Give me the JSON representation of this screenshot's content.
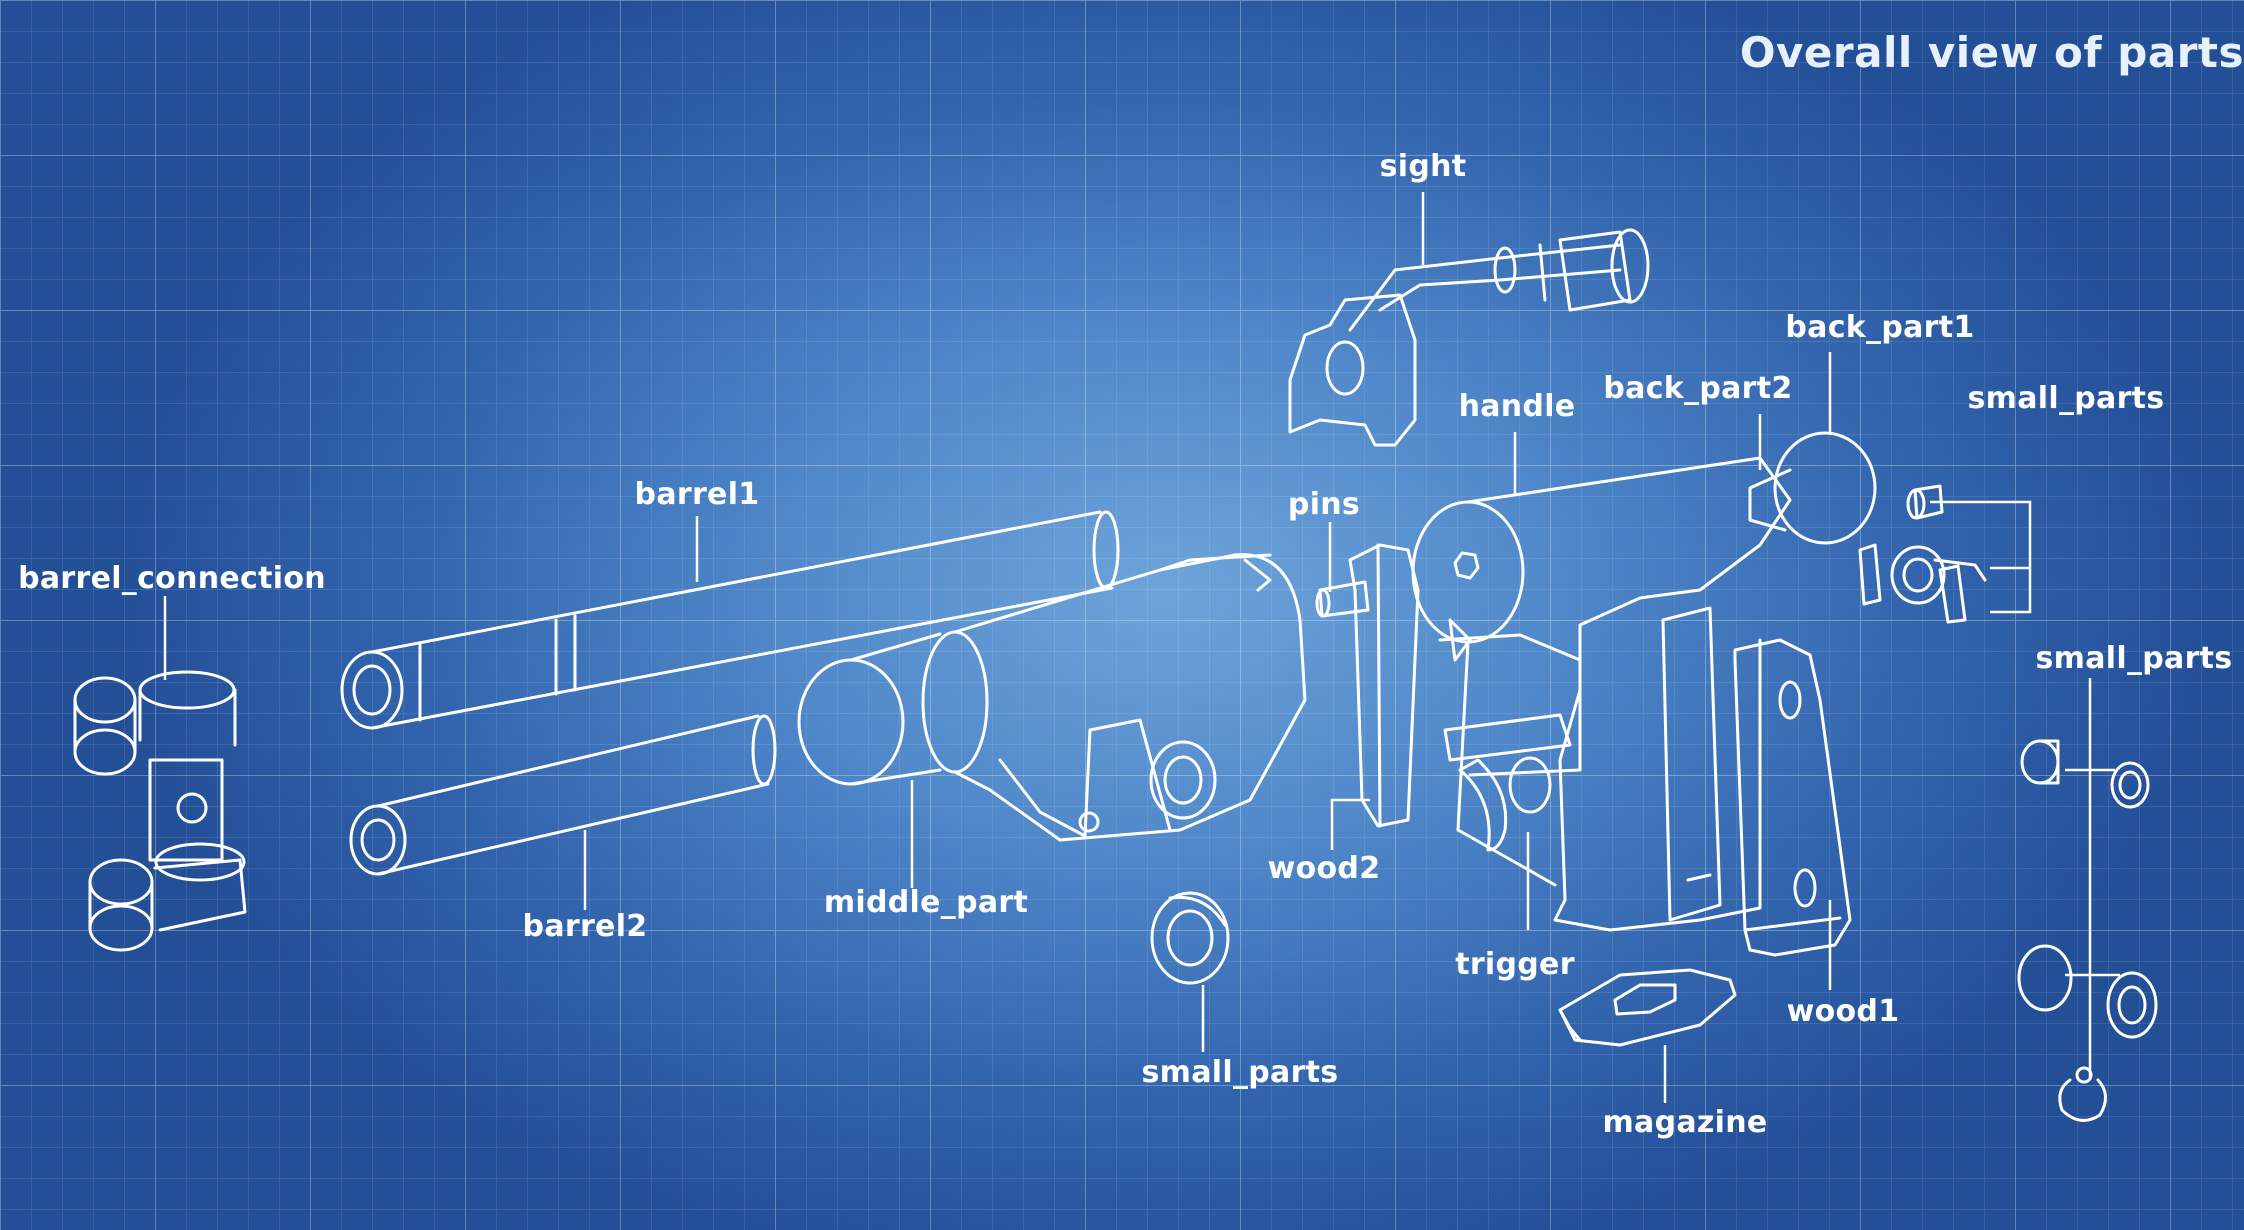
{
  "title": "Overall view of parts",
  "colors": {
    "background": "#4f87c9",
    "grid": "#ffffff",
    "lines": "#ffffff"
  },
  "labels": {
    "sight": "sight",
    "back_part1": "back_part1",
    "back_part2": "back_part2",
    "handle": "handle",
    "small_parts_top": "small_parts",
    "small_parts_right": "small_parts",
    "small_parts_bottom": "small_parts",
    "pins": "pins",
    "barrel1": "barrel1",
    "barrel_connection": "barrel_connection",
    "barrel2": "barrel2",
    "middle_part": "middle_part",
    "wood2": "wood2",
    "trigger": "trigger",
    "wood1": "wood1",
    "magazine": "magazine"
  }
}
